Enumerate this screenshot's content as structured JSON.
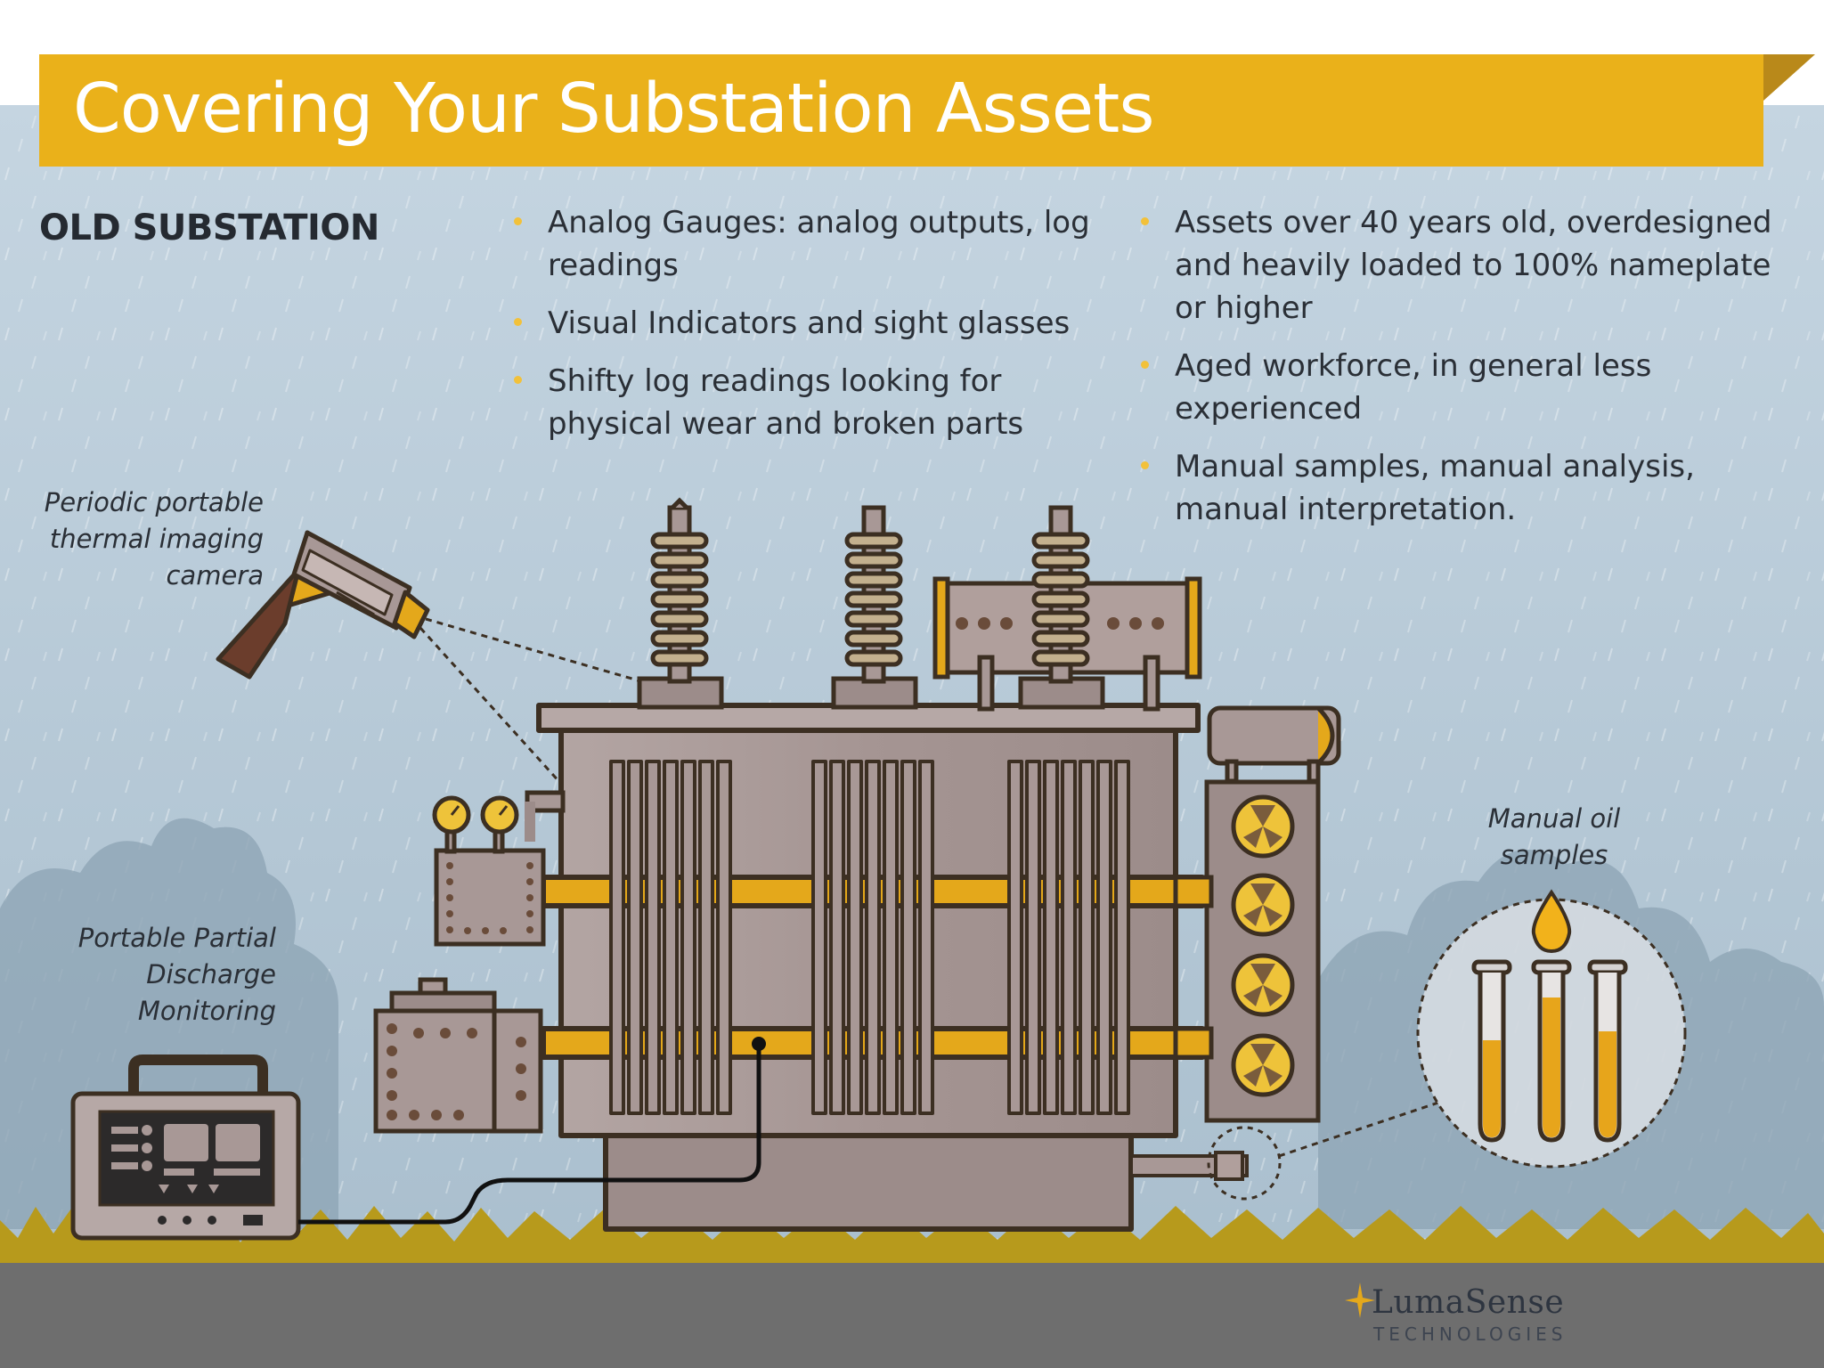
{
  "title": "Covering Your Substation Assets",
  "section_heading": "OLD SUBSTATION",
  "bullets_left": [
    "Analog Gauges: analog outputs, log readings",
    "Visual Indicators and sight glasses",
    "Shifty log readings looking for physical wear and broken parts"
  ],
  "bullets_right": [
    "Assets over 40 years old, overdesigned and heavily loaded to 100% nameplate or higher",
    "Aged workforce, in general less experienced",
    "Manual samples, manual analysis, manual interpretation."
  ],
  "callouts": {
    "thermal_camera": "Periodic portable thermal imaging camera",
    "partial_discharge": "Portable Partial Discharge Monitoring",
    "oil_samples": "Manual oil samples"
  },
  "logo": {
    "name": "LumaSense",
    "sub": "TECHNOLOGIES"
  },
  "colors": {
    "accent": "#eab11a",
    "sky": "#b9cbd8",
    "ground": "#6e6e6e",
    "grass": "#b79a1c",
    "tank": "#a89a98",
    "outline": "#3c2f22"
  }
}
